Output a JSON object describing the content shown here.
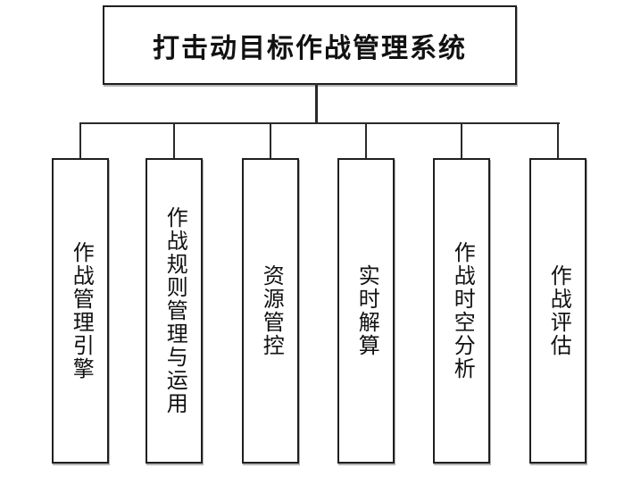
{
  "diagram": {
    "title": "打击动目标作战管理系统",
    "modules": [
      {
        "label": "作战管理引擎"
      },
      {
        "label": "作战规则管理与运用"
      },
      {
        "label": "资源管控"
      },
      {
        "label": "实时解算"
      },
      {
        "label": "作战时空分析"
      },
      {
        "label": "作战评估"
      }
    ],
    "colors": {
      "border": "#1f1f1f",
      "line": "#2a2a2a",
      "text": "#111111",
      "background": "#ffffff"
    }
  }
}
